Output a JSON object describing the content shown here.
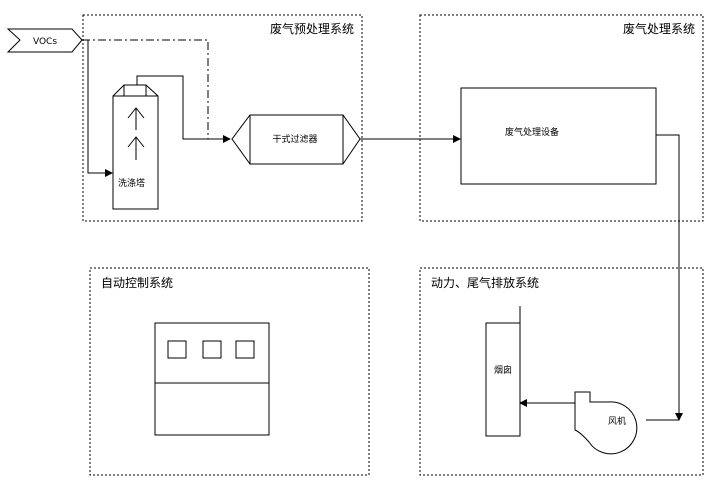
{
  "sections": {
    "pretreatment": "废气预处理系统",
    "treatment": "废气处理系统",
    "control": "自动控制系统",
    "power": "动力、尾气排放系统"
  },
  "components": {
    "voc_input": "VOCs",
    "scrubber": "洗涤塔",
    "dry_filter": "干式过滤器",
    "treatment_equipment": "废气处理设备",
    "chimney": "烟囱",
    "fan": "风机"
  }
}
